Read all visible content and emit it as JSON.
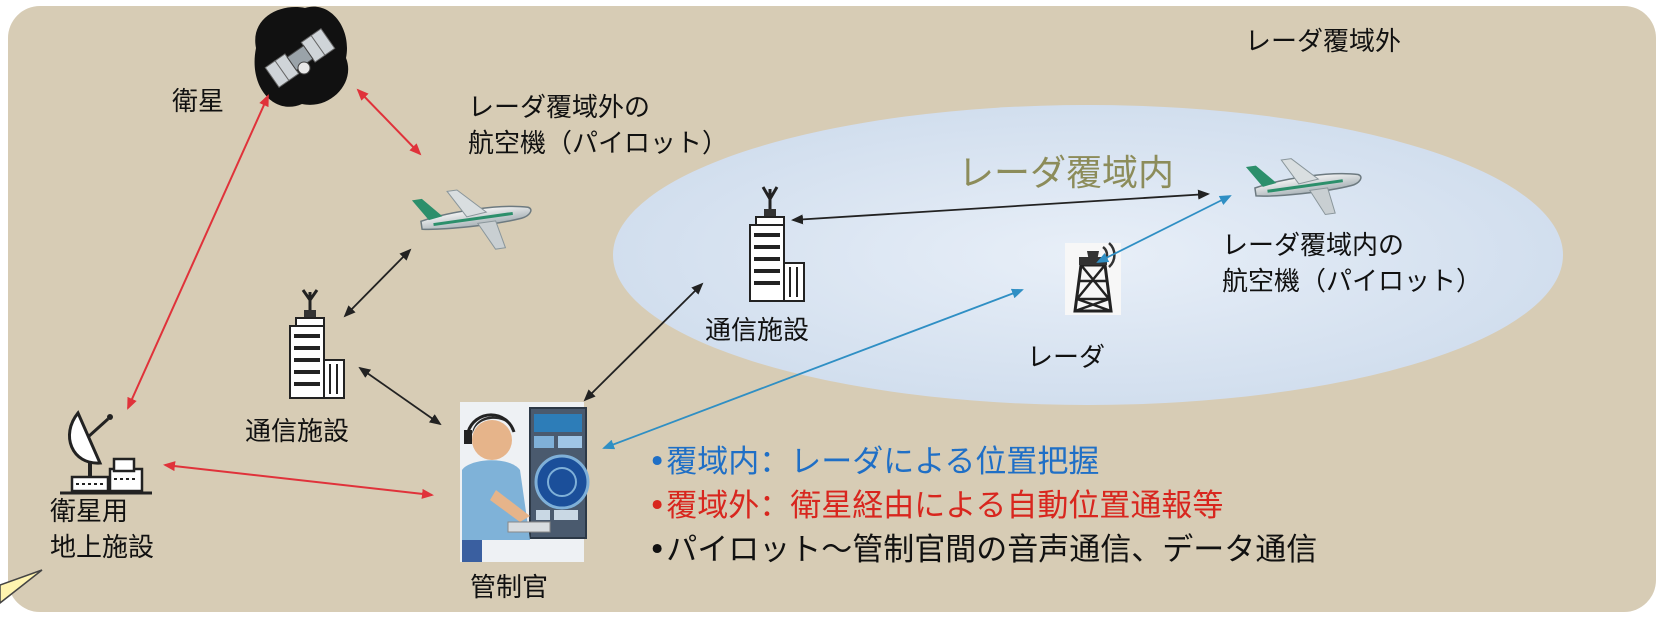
{
  "colors": {
    "background": "#d7ccb5",
    "radar_zone": "#dce7f3",
    "red_link": "#e0323a",
    "blue_link": "#2f8fc4",
    "black_link": "#222222",
    "zone_title": "#8c8c5a",
    "legend_blue": "#1f6fc6",
    "legend_red": "#d8261e",
    "legend_black": "#111111"
  },
  "zones": {
    "outside": "レーダ覆域外",
    "inside": "レーダ覆域内"
  },
  "nodes": {
    "satellite": {
      "label": "衛星",
      "icon": "satellite-icon"
    },
    "aircraft_outside": {
      "label_line1": "レーダ覆域外の",
      "label_line2": "航空機（パイロット）",
      "icon": "airplane-icon"
    },
    "comm_left": {
      "label": "通信施設",
      "icon": "building-antenna-icon"
    },
    "comm_right": {
      "label": "通信施設",
      "icon": "building-antenna-icon"
    },
    "radar": {
      "label": "レーダ",
      "icon": "radar-tower-icon"
    },
    "aircraft_inside": {
      "label_line1": "レーダ覆域内の",
      "label_line2": "航空機（パイロット）",
      "icon": "airplane-icon"
    },
    "ground_station": {
      "label_line1": "衛星用",
      "label_line2": "地上施設",
      "icon": "satellite-dish-icon"
    },
    "controller": {
      "label": "管制官",
      "icon": "controller-console-icon"
    }
  },
  "legend": {
    "line1": "•覆域内：レーダによる位置把握",
    "line2": "•覆域外：衛星経由による自動位置通報等",
    "line3": "•パイロット～管制官間の音声通信、データ通信"
  }
}
